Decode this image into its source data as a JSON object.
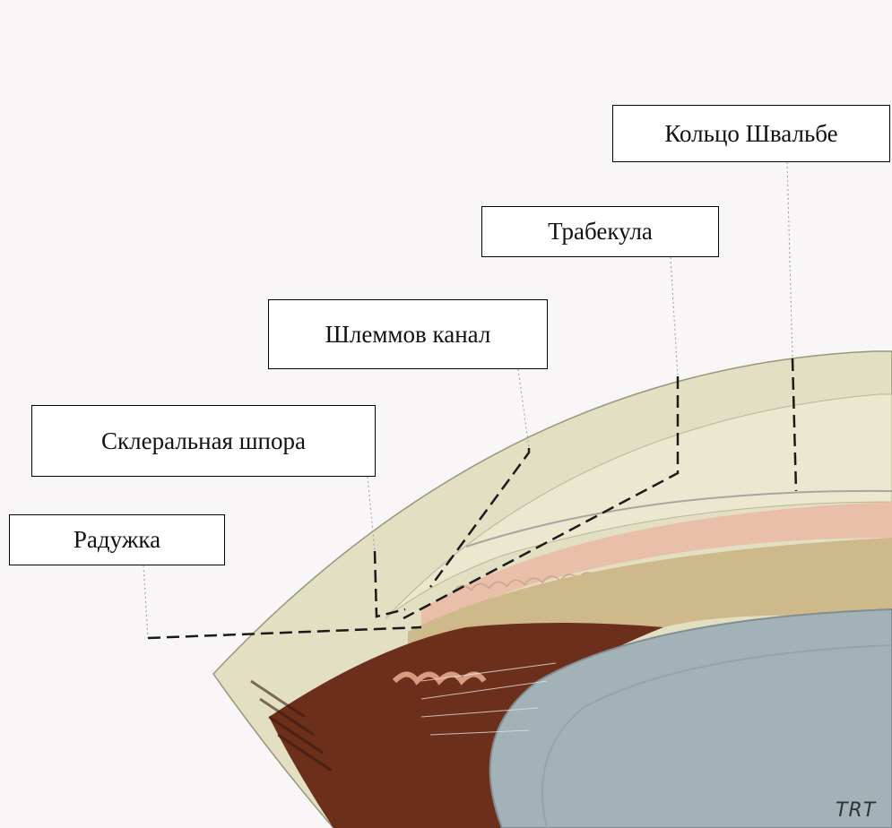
{
  "labels": {
    "schwalbe_ring": "Кольцо Швальбе",
    "trabecula": "Трабекула",
    "schlemm_canal": "Шлеммов канал",
    "scleral_spur": "Склеральная шпора",
    "iris": "Радужка"
  },
  "signature": "TRT",
  "colors": {
    "background": "#f8f6f6",
    "sclera": "#e2dfc3",
    "cornea_rim": "#d9d6b8",
    "trabecular_pink": "#e9bfa9",
    "ciliary_brown": "#5a2618",
    "lens_gray": "#a3b2b7",
    "leader_line": "#1a1a1a"
  }
}
